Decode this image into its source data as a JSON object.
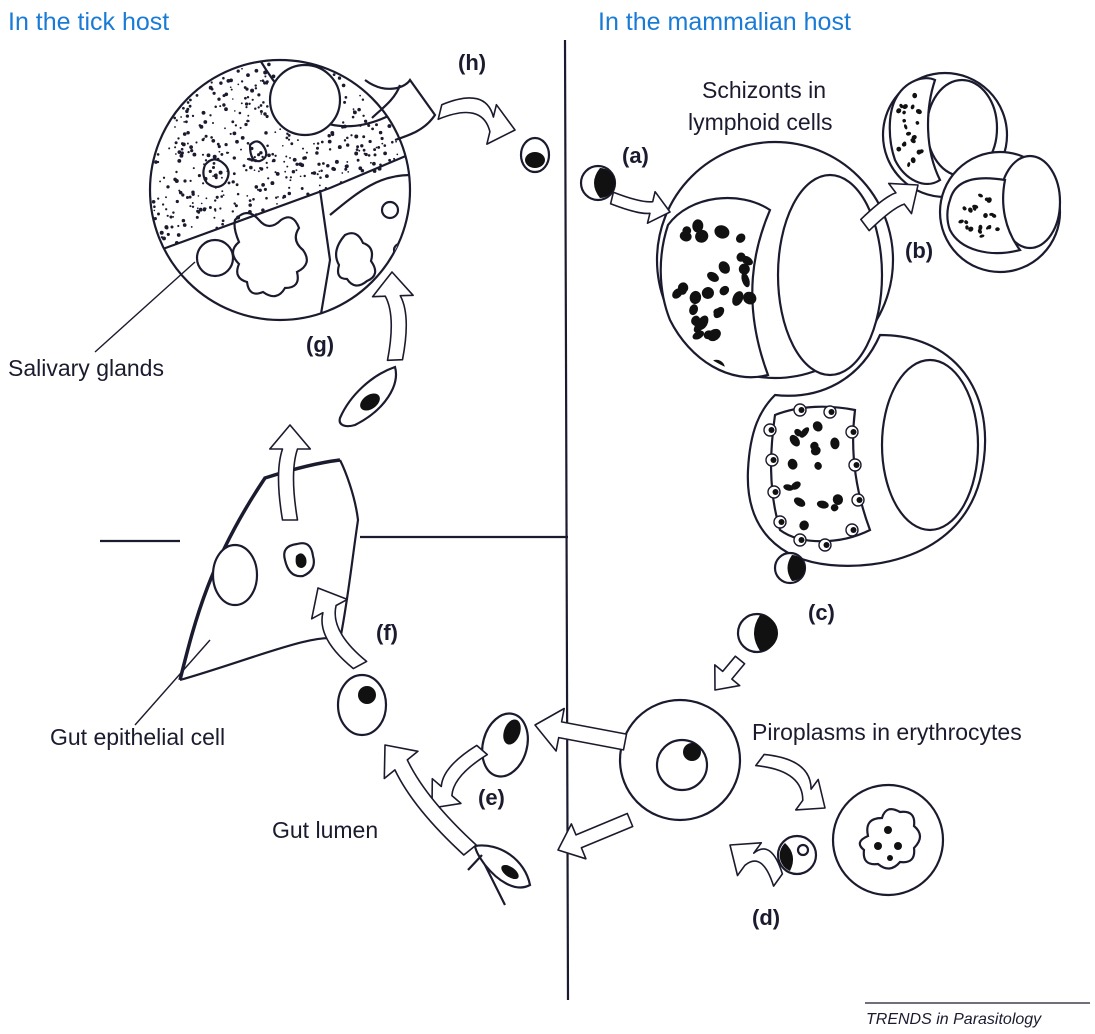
{
  "headers": {
    "tick_host": "In the tick host",
    "mammalian_host": "In the mammalian host"
  },
  "labels": {
    "schizonts_line1": "Schizonts in",
    "schizonts_line2": "lymphoid cells",
    "salivary_glands": "Salivary glands",
    "gut_epithelial_cell": "Gut epithelial cell",
    "gut_lumen": "Gut lumen",
    "piroplasms": "Piroplasms in erythrocytes"
  },
  "steps": {
    "a": "(a)",
    "b": "(b)",
    "c": "(c)",
    "d": "(d)",
    "e": "(e)",
    "f": "(f)",
    "g": "(g)",
    "h": "(h)"
  },
  "credit": "TRENDS in Parasitology",
  "colors": {
    "header_blue": "#1a7bd6",
    "ink": "#1b1b2f"
  }
}
